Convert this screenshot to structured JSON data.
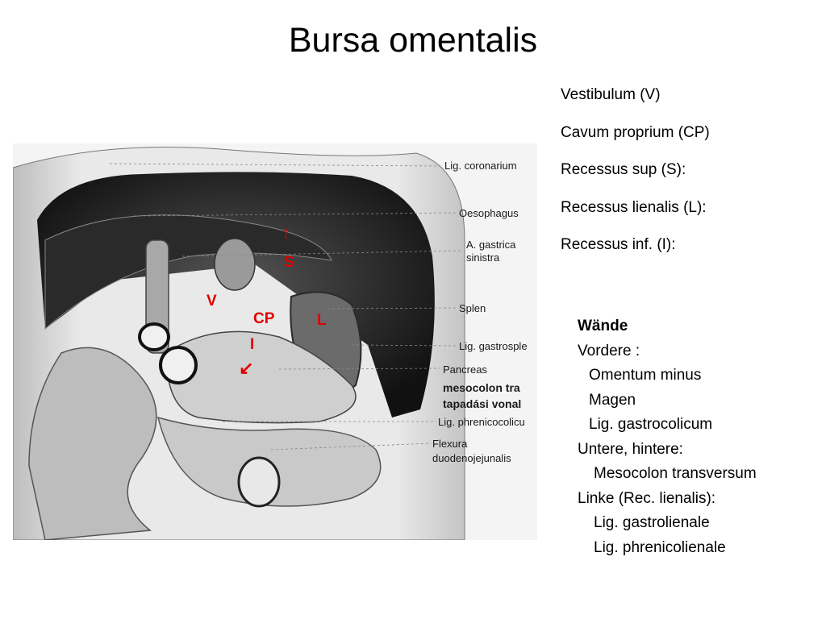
{
  "title": "Bursa omentalis",
  "regions": [
    "Vestibulum (V)",
    "Cavum proprium (CP)",
    "Recessus sup (S):",
    "Recessus lienalis (L):",
    "Recessus inf. (I):"
  ],
  "figure": {
    "labels": [
      "Lig. coronarium",
      "Oesophagus",
      "A. gastrica",
      "sinistra",
      "Splen",
      "Lig. gastrosple",
      "Pancreas",
      "mesocolon tra",
      "tapadási vonal",
      "Lig. phrenicocolicu",
      "Flexura",
      "duodenojejunalis"
    ],
    "markers": {
      "S": "S",
      "V": "V",
      "CP": "CP",
      "L": "L",
      "I": "I"
    },
    "arrows": {
      "up": "↑",
      "down_left": "↙"
    },
    "marker_color": "#e00000"
  },
  "walls": {
    "heading": "Wände",
    "vordere": "Vordere :",
    "vordere_items": [
      "Omentum minus",
      "Magen",
      "Lig. gastrocolicum"
    ],
    "untere": "Untere, hintere:",
    "untere_items": [
      "Mesocolon transversum"
    ],
    "linke": "Linke (Rec. lienalis):",
    "linke_items": [
      "Lig. gastrolienale",
      "Lig. phrenicolienale"
    ]
  }
}
